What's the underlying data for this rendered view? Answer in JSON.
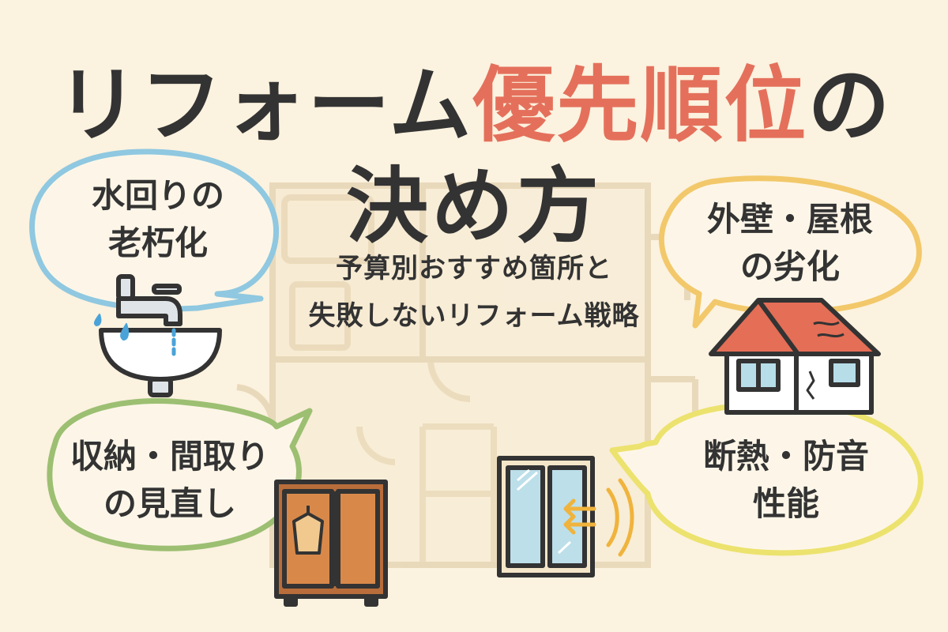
{
  "title": {
    "line1_prefix": "リフォーム",
    "line1_accent": "優先順位",
    "line1_suffix": "の",
    "line2": "決め方"
  },
  "subtitle": {
    "line1": "予算別おすすめ箇所と",
    "line2": "失敗しないリフォーム戦略"
  },
  "bubbles": {
    "water": {
      "line1": "水回りの",
      "line2": "老朽化",
      "color": "#8fc8e0"
    },
    "exterior": {
      "line1": "外壁・屋根",
      "line2": "の劣化",
      "color": "#f2c86a"
    },
    "storage": {
      "line1": "収納・間取り",
      "line2": "の見直し",
      "color": "#9cbf72"
    },
    "insulation": {
      "line1": "断熱・防音",
      "line2": "性能",
      "color": "#ece26e"
    }
  },
  "colors": {
    "background": "#fbf2df",
    "accent": "#e4705b",
    "text": "#333333",
    "floorplan": "#e8d4b4"
  },
  "icons": [
    "faucet-sink-icon",
    "house-icon",
    "wardrobe-icon",
    "window-icon"
  ]
}
